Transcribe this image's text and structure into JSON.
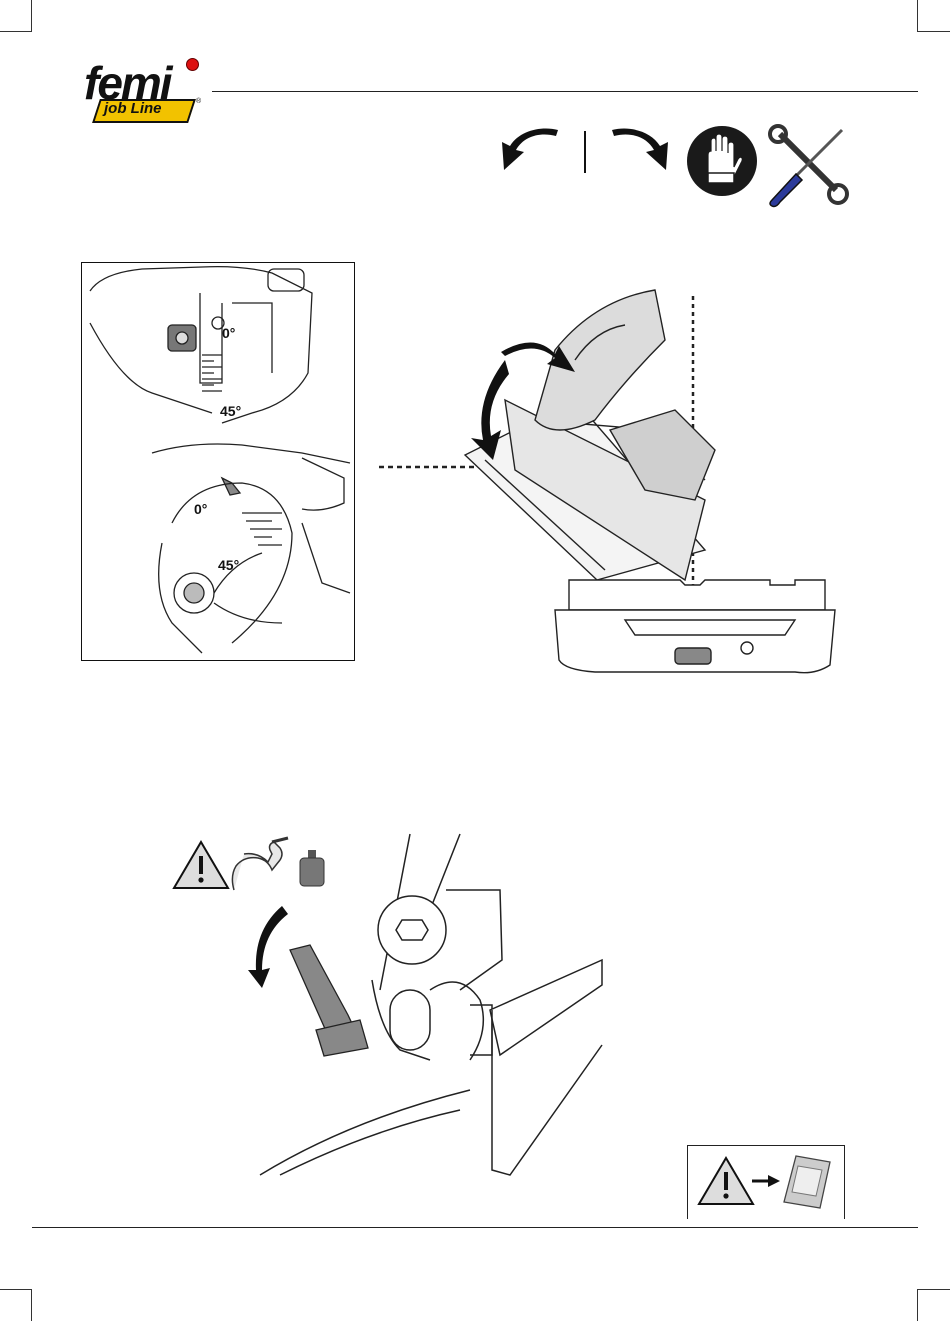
{
  "logo": {
    "brand": "femi",
    "line": "job Line",
    "reg": "®"
  },
  "icons": [
    "rotate-left-arrow-icon",
    "rotate-right-arrow-icon",
    "protective-gloves-icon",
    "tools-icon",
    "warning-icon",
    "muscle-strength-icon",
    "weight-icon",
    "manual-icon"
  ],
  "detail_panel": {
    "scale_top_zero": "0°",
    "scale_top_45": "45°",
    "dial_zero": "0°",
    "dial_45": "45°"
  },
  "colors": {
    "logo_yellow": "#f2c200",
    "logo_red": "#d11",
    "glove_bg": "#1a1a1a",
    "screwdriver_blue": "#2b3a9a"
  }
}
